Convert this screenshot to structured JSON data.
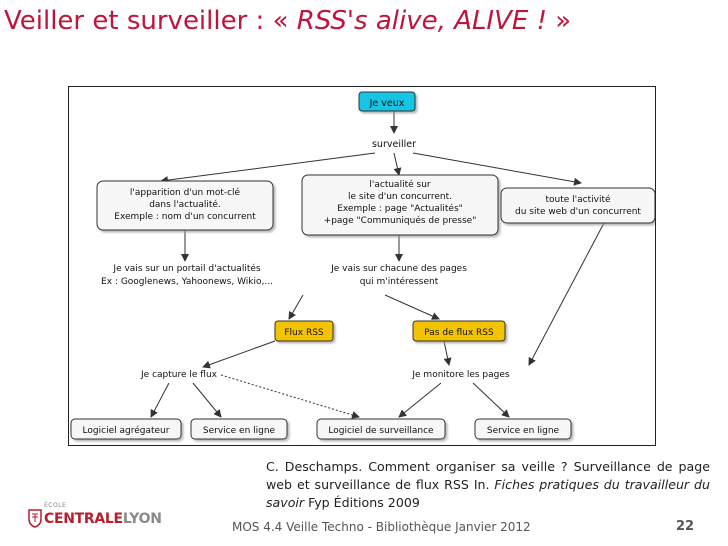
{
  "slide": {
    "title_prefix": "Veiller et surveiller : « ",
    "title_italic": "RSS's alive, ALIVE !",
    "title_suffix": " »",
    "page_number": "22",
    "footer": "MOS 4.4 Veille Techno - Bibliothèque  Janvier 2012"
  },
  "citation": {
    "part1": "C. Deschamps. Comment organiser sa veille ? Surveillance de page web et surveillance de flux RSS In. ",
    "part_italic": "Fiches pratiques du travailleur du savoir",
    "part2": " Fyp Éditions 2009"
  },
  "logo": {
    "ecole": "ÉCOLE",
    "name_part1": "CENTRALE",
    "name_part2": "LYON"
  },
  "diagram": {
    "root": "Je veux",
    "verb": "surveiller",
    "box_keyword": [
      "l'apparition d'un mot-clé",
      "dans l'actualité.",
      "Exemple : nom d'un concurrent"
    ],
    "box_news": [
      "l'actualité sur",
      "le site d'un concurrent.",
      "Exemple : page \"Actualités\"",
      "+page \"Communiqués de presse\""
    ],
    "box_activity": [
      "toute l'activité",
      "du site web d'un concurrent"
    ],
    "portal": [
      "Je vais sur un portail d'actualités",
      "Ex : Googlenews, Yahoonews, Wikio,..."
    ],
    "pages": [
      "Je vais sur chacune des pages",
      "qui m'intéressent"
    ],
    "rss": "Flux RSS",
    "no_rss": "Pas de flux RSS",
    "capture": "Je capture le flux",
    "monitor": "Je monitore les pages",
    "tools": [
      "Logiciel agrégateur",
      "Service en ligne",
      "Logiciel de surveillance",
      "Service en ligne"
    ]
  },
  "colors": {
    "title": "#c0143c",
    "root_fill": "#17c5e6",
    "rss_fill": "#f4c300",
    "box_fill": "#f7f7f7",
    "line": "#333333"
  }
}
